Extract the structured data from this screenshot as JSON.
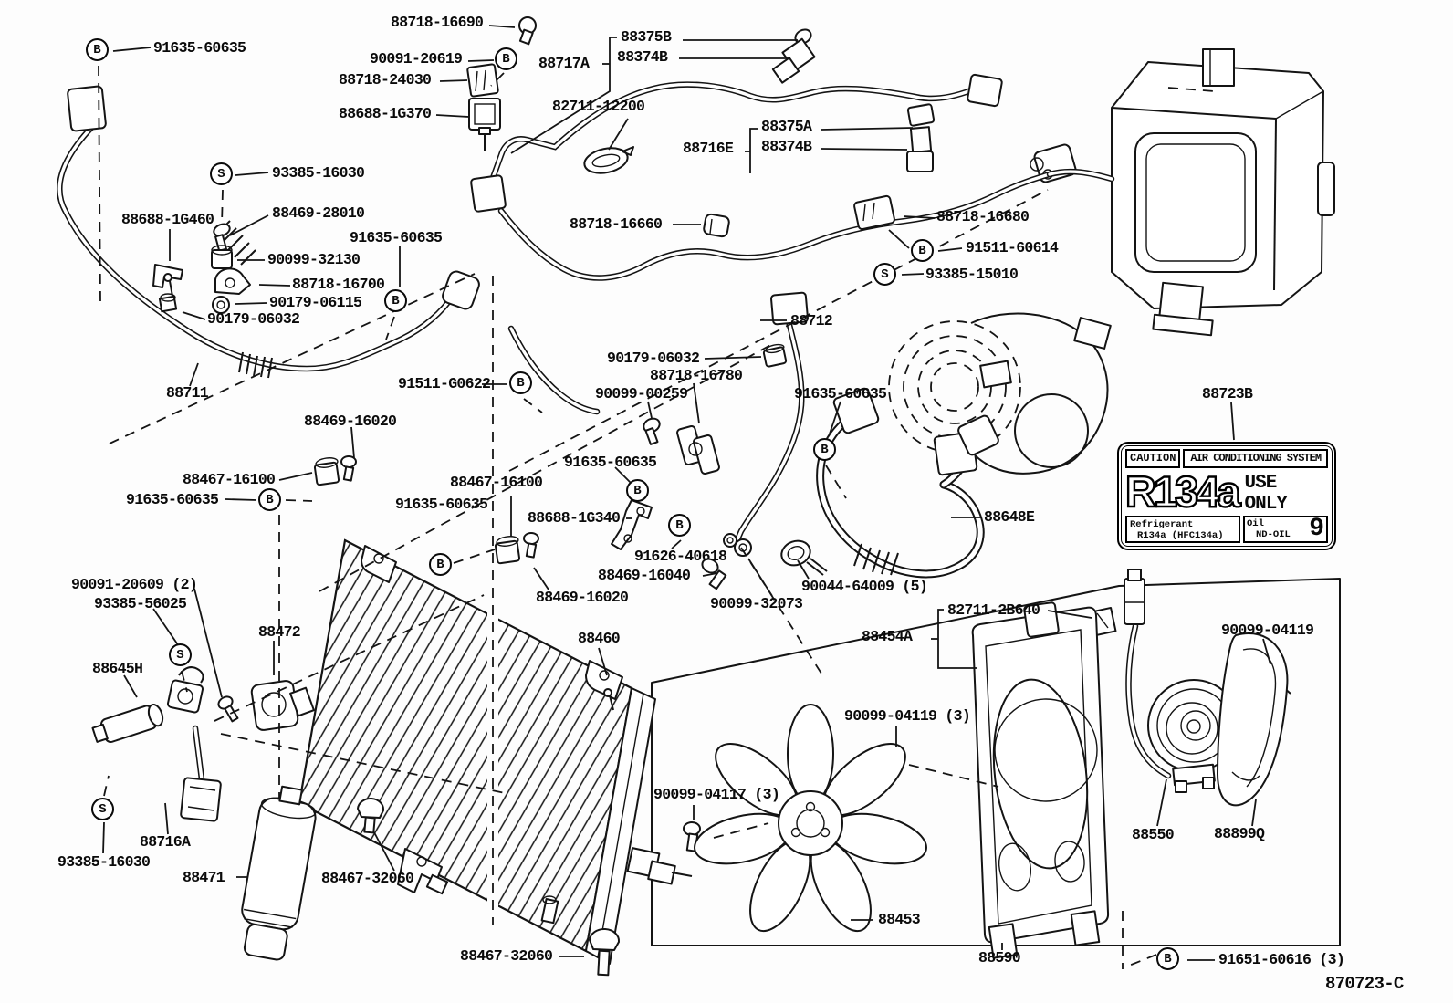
{
  "caution_label": {
    "caution": "CAUTION",
    "system": "AIR CONDITIONING SYSTEM",
    "big": "R134a",
    "use_only": "USE ONLY",
    "ref_title": "Refrigerant",
    "ref_value": "R134a (HFC134a)",
    "oil_title": "Oil",
    "oil_value": "ND-OIL",
    "oil_num": "9"
  },
  "labels": [
    {
      "text": "91635-60635"
    },
    {
      "text": "88718-16690"
    },
    {
      "text": "90091-20619"
    },
    {
      "text": "88718-24030"
    },
    {
      "text": "88688-1G370"
    },
    {
      "text": "88375B"
    },
    {
      "text": "88374B"
    },
    {
      "text": "88717A"
    },
    {
      "text": "82711-12200"
    },
    {
      "text": "88375A"
    },
    {
      "text": "88374B"
    },
    {
      "text": "88716E"
    },
    {
      "text": "93385-16030"
    },
    {
      "text": "88688-1G460"
    },
    {
      "text": "88469-28010"
    },
    {
      "text": "91635-60635"
    },
    {
      "text": "90099-32130"
    },
    {
      "text": "88718-16700"
    },
    {
      "text": "90179-06115"
    },
    {
      "text": "90179-06032"
    },
    {
      "text": "88718-16660"
    },
    {
      "text": "88718-16680"
    },
    {
      "text": "91511-60614"
    },
    {
      "text": "93385-15010"
    },
    {
      "text": "88711"
    },
    {
      "text": "91511-G0622"
    },
    {
      "text": "88469-16020"
    },
    {
      "text": "88467-16100"
    },
    {
      "text": "91635-60635"
    },
    {
      "text": "90091-20609 (2)"
    },
    {
      "text": "93385-56025"
    },
    {
      "text": "88645H"
    },
    {
      "text": "88472"
    },
    {
      "text": "88712"
    },
    {
      "text": "90179-06032"
    },
    {
      "text": "88718-16780"
    },
    {
      "text": "90099-00259"
    },
    {
      "text": "91635-60635"
    },
    {
      "text": "91635-60635"
    },
    {
      "text": "88467-16100"
    },
    {
      "text": "91635-60635"
    },
    {
      "text": "88688-1G340"
    },
    {
      "text": "91626-40618"
    },
    {
      "text": "88469-16040"
    },
    {
      "text": "88469-16020"
    },
    {
      "text": "90099-32073"
    },
    {
      "text": "90044-64009 (5)"
    },
    {
      "text": "88648E"
    },
    {
      "text": "88723B"
    },
    {
      "text": "88460"
    },
    {
      "text": "88454A"
    },
    {
      "text": "82711-2B640"
    },
    {
      "text": "90099-04119"
    },
    {
      "text": "90099-04119 (3)"
    },
    {
      "text": "90099-04117 (3)"
    },
    {
      "text": "88453"
    },
    {
      "text": "88550"
    },
    {
      "text": "88899Q"
    },
    {
      "text": "88590"
    },
    {
      "text": "91651-60616 (3)"
    },
    {
      "text": "870723-C"
    },
    {
      "text": "93385-16030"
    },
    {
      "text": "88716A"
    },
    {
      "text": "88471"
    },
    {
      "text": "88467-32060"
    },
    {
      "text": "88467-32060"
    }
  ],
  "markers": [
    {
      "letter": "B"
    },
    {
      "letter": "B"
    },
    {
      "letter": "B"
    },
    {
      "letter": "B"
    },
    {
      "letter": "B"
    },
    {
      "letter": "B"
    },
    {
      "letter": "B"
    },
    {
      "letter": "B"
    },
    {
      "letter": "B"
    },
    {
      "letter": "B"
    },
    {
      "letter": "B"
    },
    {
      "letter": "S"
    },
    {
      "letter": "S"
    },
    {
      "letter": "S"
    },
    {
      "letter": "S"
    }
  ]
}
